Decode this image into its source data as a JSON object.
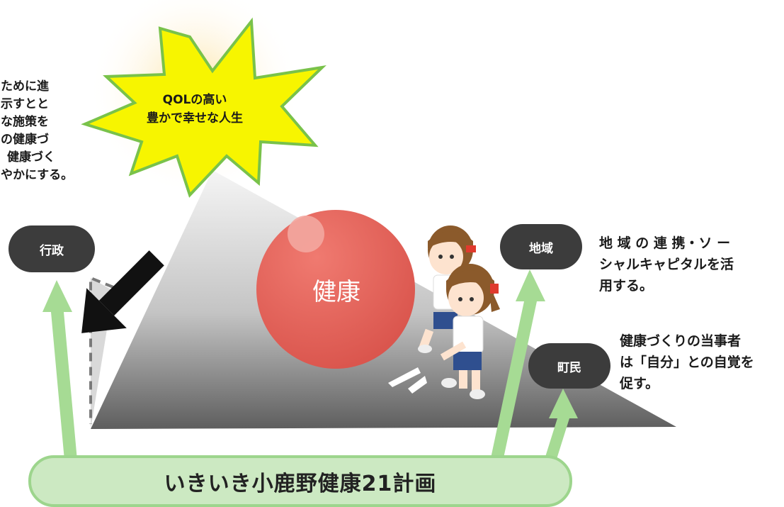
{
  "burst": {
    "line1": "QOLの高い",
    "line2": "豊かで幸せな人生"
  },
  "ball": {
    "label": "健康"
  },
  "actors": {
    "gyosei": "行政",
    "chiiki": "地域",
    "chomin": "町民"
  },
  "notes": {
    "gyosei_lines": [
      "ために進",
      "示すとと",
      "な施策を",
      "の健康づ",
      "健康づく",
      "やかにする。"
    ],
    "chiiki_lines": [
      "地 域 の 連 携・ソ ー",
      "シャルキャピタルを活",
      "用する。"
    ],
    "chomin_lines": [
      "健康づくりの当事者",
      "は「自分」との自覚を",
      "促す。"
    ]
  },
  "plan": {
    "label": "いきいき小鹿野健康21計画"
  },
  "colors": {
    "burst_fill": "#f7f500",
    "burst_stroke": "#79c24a",
    "glow": "#fde7b0",
    "ball": "#e8685f",
    "pill": "#3c3c3c",
    "arrow_green": "#a6db94",
    "plan_fill": "#cce9c2",
    "plan_border": "#9dd58d"
  }
}
